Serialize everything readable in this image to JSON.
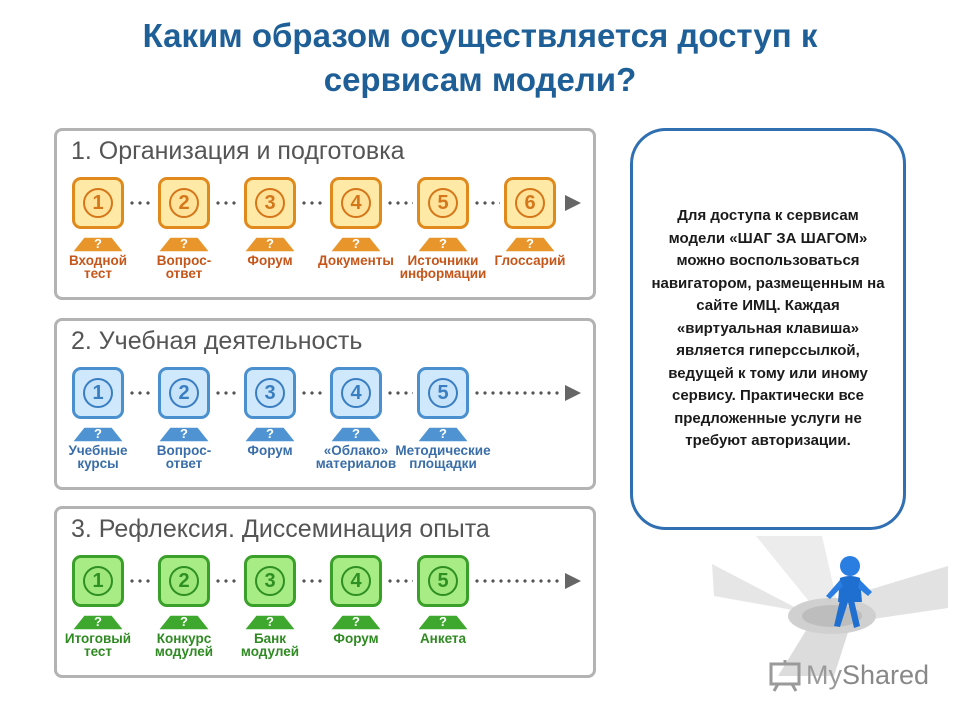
{
  "title": {
    "line1": "Каким образом осуществляется доступ к",
    "line2": "сервисам модели?"
  },
  "sections": [
    {
      "title": "1. Организация и подготовка",
      "theme": "orange",
      "steps": [
        {
          "num": "1",
          "label": "Входной\nтест"
        },
        {
          "num": "2",
          "label": "Вопрос-\nответ"
        },
        {
          "num": "3",
          "label": "Форум"
        },
        {
          "num": "4",
          "label": "Документы"
        },
        {
          "num": "5",
          "label": "Источники\nинформации"
        },
        {
          "num": "6",
          "label": "Глоссарий"
        }
      ]
    },
    {
      "title": "2. Учебная деятельность",
      "theme": "blue",
      "steps": [
        {
          "num": "1",
          "label": "Учебные\nкурсы"
        },
        {
          "num": "2",
          "label": "Вопрос-\nответ"
        },
        {
          "num": "3",
          "label": "Форум"
        },
        {
          "num": "4",
          "label": "«Облако»\nматериалов"
        },
        {
          "num": "5",
          "label": "Методические\nплощадки"
        }
      ]
    },
    {
      "title": "3. Рефлексия. Диссеминация опыта",
      "theme": "green",
      "steps": [
        {
          "num": "1",
          "label": "Итоговый\nтест"
        },
        {
          "num": "2",
          "label": "Конкурс\nмодулей"
        },
        {
          "num": "3",
          "label": "Банк\nмодулей"
        },
        {
          "num": "4",
          "label": "Форум"
        },
        {
          "num": "5",
          "label": "Анкета"
        }
      ]
    }
  ],
  "help_mark": "?",
  "info_text": "Для доступа к сервисам модели «ШАГ ЗА ШАГОМ» можно воспользоваться навигатором, размещенным на сайте ИМЦ. Каждая «виртуальная клавиша» является гиперссылкой, ведущей к тому или иному сервису. Практически все предложенные услуги не требуют авторизации.",
  "logo": {
    "my": "My",
    "shared": "Shared"
  },
  "colors": {
    "title": "#1f5f97",
    "orange": "#e08a1e",
    "blue": "#4a90cf",
    "green": "#3aa02a",
    "info_border": "#2f6fb2"
  }
}
